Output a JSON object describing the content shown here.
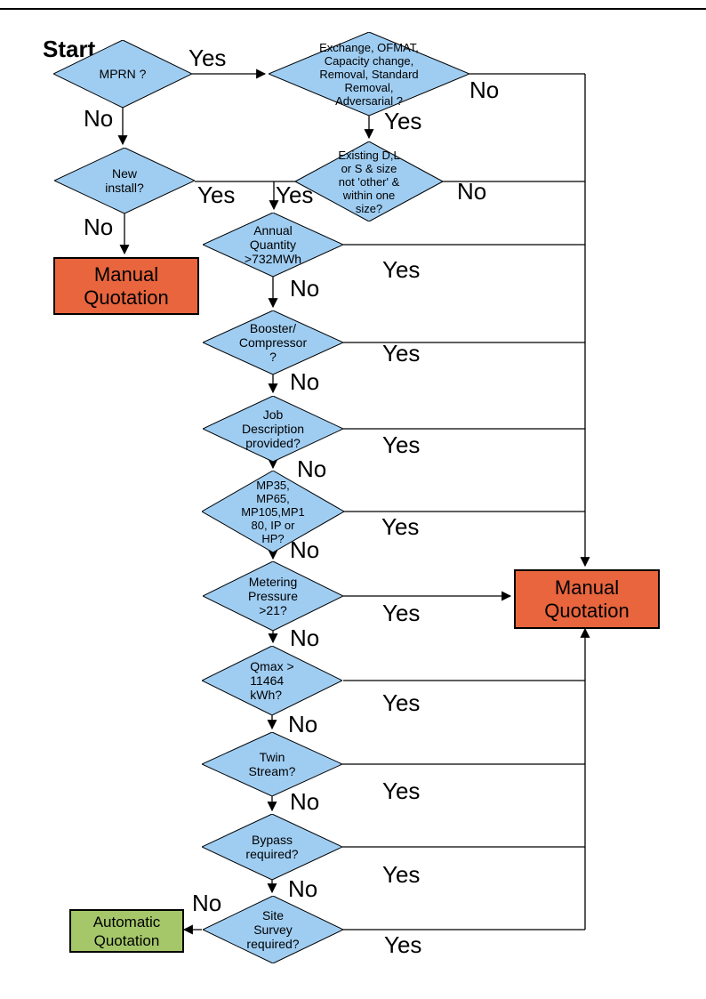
{
  "page": {
    "start_label": "Start"
  },
  "colors": {
    "diamond_fill": "#9FCDF2",
    "manual_fill": "#E8653E",
    "automatic_fill": "#A5C76A",
    "line_color": "#000000"
  },
  "decisions": {
    "mprn": "MPRN ?",
    "exchange": "Exchange, OFMAT,\nCapacity change,\nRemoval, Standard\nRemoval,\nAdversarial ?",
    "new_install": "New\ninstall?",
    "existing_size": "Existing D,L\nor S & size\nnot 'other' &\nwithin one\nsize?",
    "annual_quantity": "Annual\nQuantity\n>732MWh",
    "booster": "Booster/\nCompressor\n?",
    "job_description": "Job\nDescription\nprovided?",
    "mp_tier": "MP35,\nMP65,\nMP105,MP1\n80, IP or\nHP?",
    "metering_pressure": "Metering\nPressure\n>21?",
    "qmax": "Qmax >\n11464\nkWh?",
    "twin_stream": "Twin\nStream?",
    "bypass": "Bypass\nrequired?",
    "site_survey": "Site\nSurvey\nrequired?"
  },
  "terminals": {
    "manual_left": "Manual\nQuotation",
    "manual_right": "Manual\nQuotation",
    "automatic": "Automatic\nQuotation"
  },
  "edge_labels": {
    "mprn_yes": "Yes",
    "mprn_no": "No",
    "exchange_yes": "Yes",
    "exchange_no": "No",
    "new_install_yes": "Yes",
    "new_install_no": "No",
    "existing_yes": "Yes",
    "existing_no": "No",
    "annual_yes": "Yes",
    "annual_no": "No",
    "booster_yes": "Yes",
    "booster_no": "No",
    "job_yes": "Yes",
    "job_no": "No",
    "mp_tier_yes": "Yes",
    "mp_tier_no": "No",
    "metering_yes": "Yes",
    "metering_no": "No",
    "qmax_yes": "Yes",
    "qmax_no": "No",
    "twin_yes": "Yes",
    "twin_no": "No",
    "bypass_yes": "Yes",
    "bypass_no": "No",
    "site_yes": "Yes",
    "site_no": "No"
  }
}
